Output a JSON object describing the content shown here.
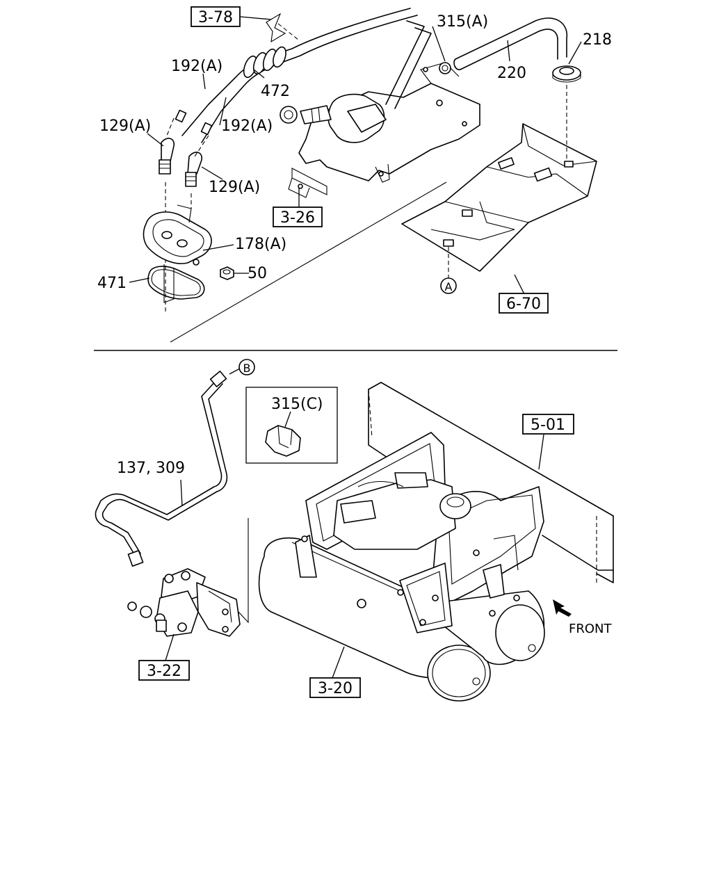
{
  "refs": {
    "r3_78": "3-78",
    "r3_26": "3-26",
    "r6_70": "6-70",
    "r5_01": "5-01",
    "r3_22": "3-22",
    "r3_20": "3-20"
  },
  "parts": {
    "p315a": "315(A)",
    "p218": "218",
    "p220": "220",
    "p192a_top": "192(A)",
    "p192a_mid": "192(A)",
    "p472": "472",
    "p129a_left": "129(A)",
    "p129a_right": "129(A)",
    "p178a": "178(A)",
    "p471": "471",
    "p50": "50",
    "p315c": "315(C)",
    "p137_309": "137, 309"
  },
  "markers": {
    "a": "A",
    "b": "B"
  },
  "front_label": "FRONT"
}
